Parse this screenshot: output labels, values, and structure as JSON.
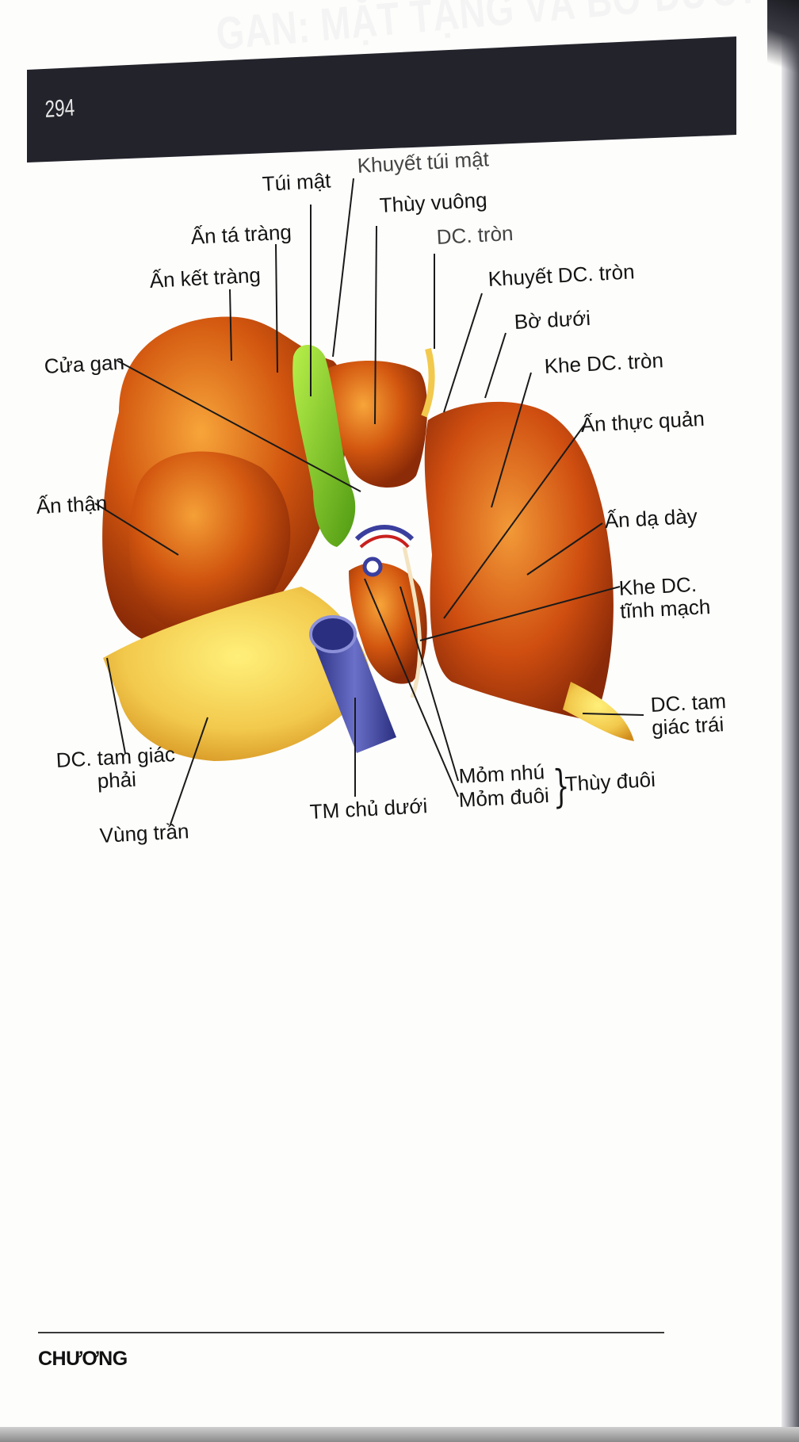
{
  "header": {
    "title": "GAN: MẶT TẠNG VÀ BỜ DƯỚI",
    "page_number": "294",
    "band_color": "#23232c"
  },
  "diagram": {
    "labels": {
      "tui_mat": "Túi mật",
      "khuyet_tui_mat": "Khuyết túi mật",
      "thuy_vuong": "Thùy vuông",
      "an_ta_trang": "Ấn tá tràng",
      "dc_tron": "DC. tròn",
      "an_ket_trang": "Ấn kết tràng",
      "khuyet_dc_tron": "Khuyết DC. tròn",
      "bo_duoi": "Bờ dưới",
      "cua_gan": "Cửa gan",
      "khe_dc_tron": "Khe DC. tròn",
      "an_thuc_quan": "Ấn thực quản",
      "an_than": "Ấn thận",
      "an_da_day": "Ấn dạ dày",
      "khe_dc_tinh_mach": "Khe DC.\ntĩnh mạch",
      "dc_tam_giac_trai": "DC. tam\ngiác trái",
      "dc_tam_giac_phai": "DC. tam giác\nphải",
      "vung_tran": "Vùng trần",
      "tm_chu_duoi": "TM chủ dưới",
      "mom_nhu": "Mỏm nhú",
      "mom_duoi": "Mỏm đuôi",
      "thuy_duoi": "Thùy đuôi"
    },
    "colors": {
      "liver": "#d2560f",
      "liver_highlight": "#f7a53a",
      "gallbladder": "#7ed321",
      "vena_cava": "#3a3f9e",
      "ligament": "#f2c94c"
    }
  },
  "footer": {
    "label": "CHƯƠNG"
  },
  "icons": {
    "brace": "right-curly-brace"
  }
}
